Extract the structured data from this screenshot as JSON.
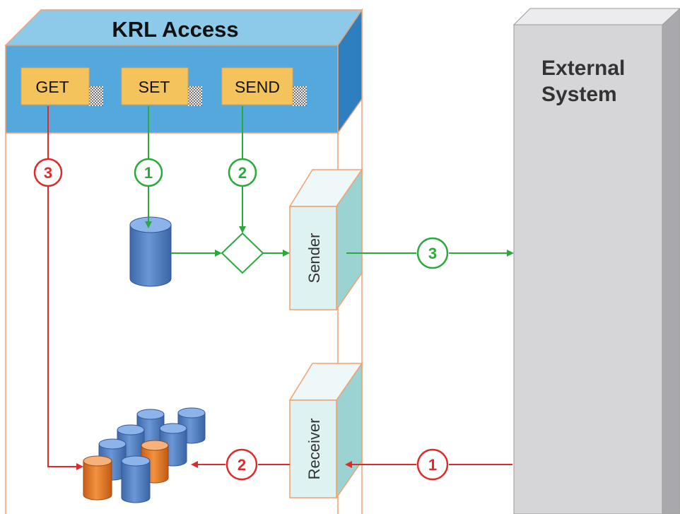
{
  "krl_access": {
    "title": "KRL Access"
  },
  "external_system": {
    "line1": "External",
    "line2": "System"
  },
  "buttons": {
    "get": "GET",
    "set": "SET",
    "send": "SEND"
  },
  "sender": {
    "label": "Sender"
  },
  "receiver": {
    "label": "Receiver"
  },
  "steps": {
    "get_path": "3",
    "set_path": "1",
    "send_path": "2",
    "sender_to_external": "3",
    "external_to_receiver": "1",
    "receiver_to_store": "2"
  },
  "colors": {
    "green": "#2aaa3a",
    "red": "#e02a2a",
    "krl_blue": "#8dc9e8",
    "button_orange": "#f5c35b",
    "cylinder_blue": "#4f7fc4",
    "cylinder_orange": "#e57a28",
    "module_cyan": "#dff2f2",
    "external_grey": "#d5d5d8"
  }
}
